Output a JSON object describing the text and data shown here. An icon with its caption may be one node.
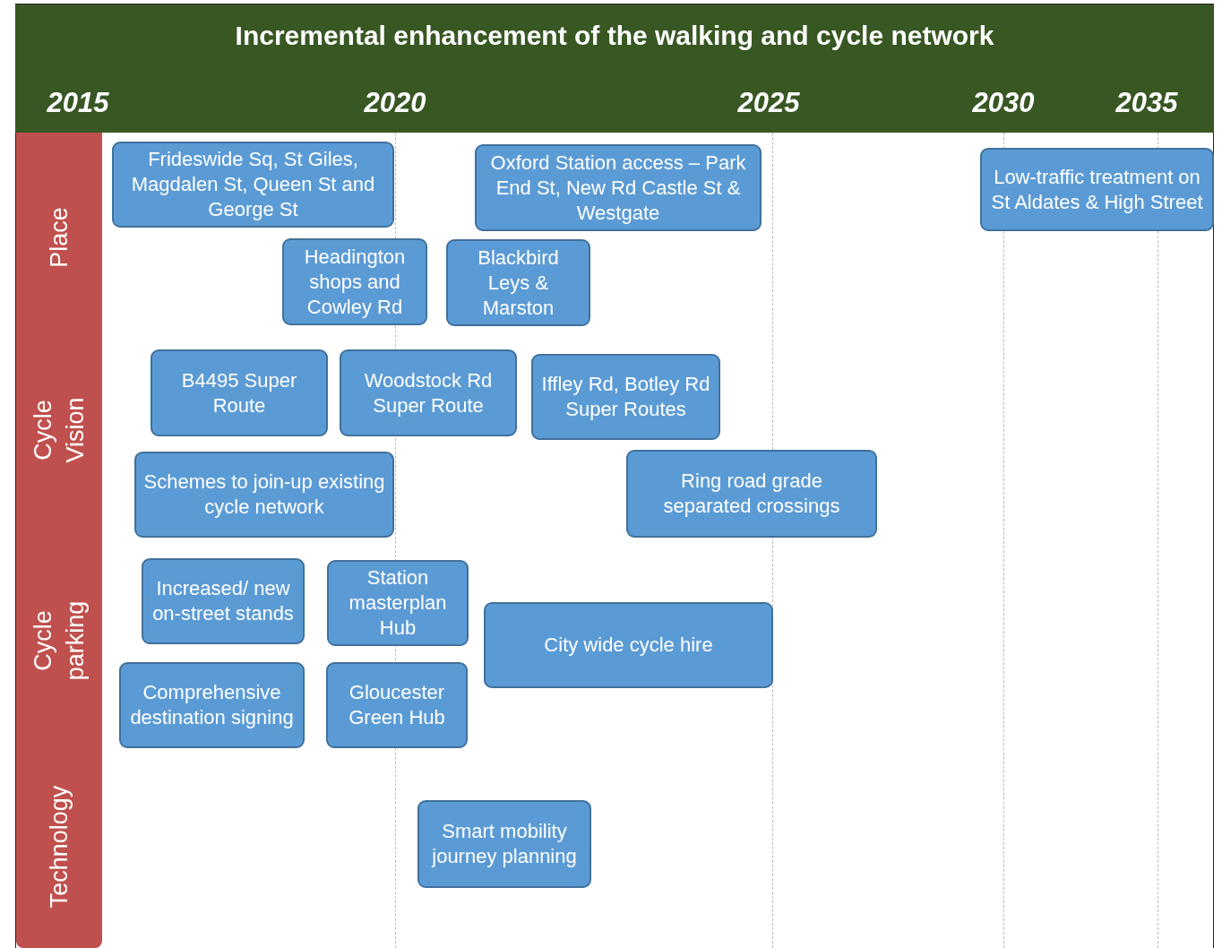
{
  "diagram": {
    "title": "Incremental enhancement of the walking and cycle network",
    "nodes": [
      {
        "text": [
          "Place",
          "Cycle Vision",
          "Cycle parking",
          "Technology"
        ]
      },
      {
        "text": [
          "Frideswide Sq, St Giles, Magdalen St, Queen St and George St"
        ]
      },
      {
        "text": [
          "Oxford Station access – Park End St, New Rd Castle St & Westgate"
        ]
      },
      {
        "text": [
          "Low-traffic treatment on St Aldates & High Street"
        ]
      },
      {
        "text": [
          "Headington shops and Cowley Rd"
        ]
      },
      {
        "text": [
          "Blackbird Leys & Marston"
        ]
      },
      {
        "text": [
          "B4495 Super Route"
        ]
      },
      {
        "text": [
          "Woodstock Rd Super Route"
        ]
      },
      {
        "text": [
          "Iffley Rd, Botley Rd Super Routes"
        ]
      },
      {
        "text": [
          "Schemes to join-up existing cycle network"
        ]
      },
      {
        "text": [
          "Ring road grade separated crossings"
        ]
      },
      {
        "text": [
          "Increased/ new on-street stands"
        ]
      },
      {
        "text": [
          "Station masterplan Hub"
        ]
      },
      {
        "text": [
          "City wide cycle hire"
        ]
      },
      {
        "text": [
          "Comprehensive destination signing"
        ]
      },
      {
        "text": [
          "Gloucester Green Hub"
        ]
      },
      {
        "text": [
          "Smart mobility journey planning"
        ]
      }
    ],
    "labels": [
      "2015",
      "2020",
      "2025",
      "2030",
      "2035"
    ]
  }
}
